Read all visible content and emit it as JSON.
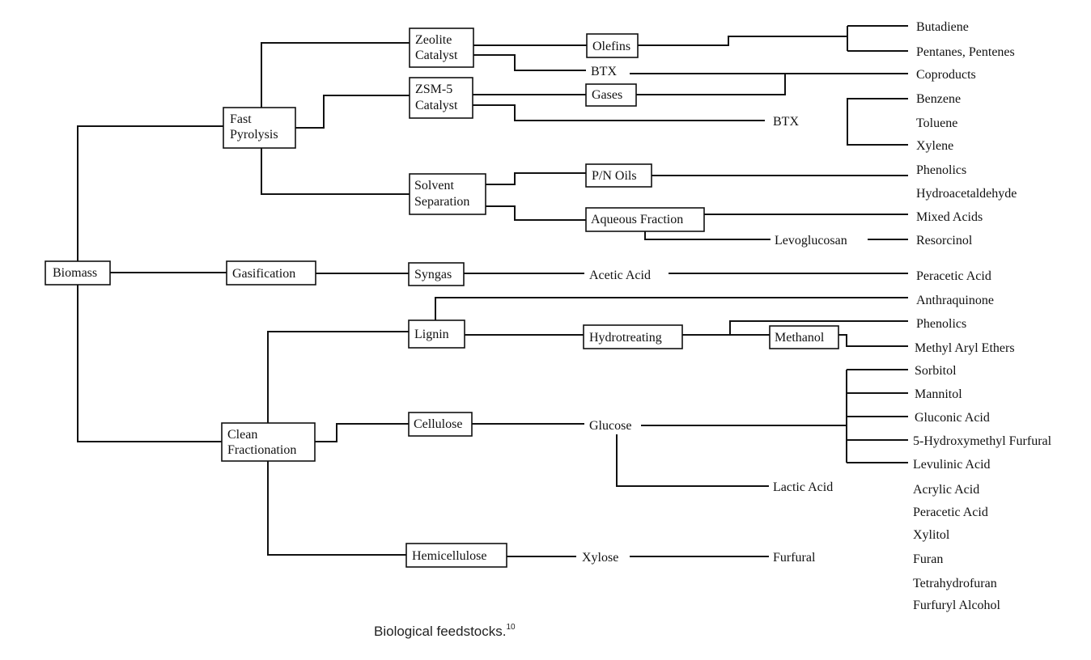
{
  "nodes": {
    "biomass": "Biomass",
    "fast_pyrolysis": [
      "Fast",
      "Pyrolysis"
    ],
    "gasification": "Gasification",
    "clean_fractionation": [
      "Clean",
      "Fractionation"
    ],
    "zeolite_catalyst": [
      "Zeolite",
      "Catalyst"
    ],
    "zsm5_catalyst": [
      "ZSM-5",
      "Catalyst"
    ],
    "solvent_separation": [
      "Solvent",
      "Separation"
    ],
    "syngas": "Syngas",
    "lignin": "Lignin",
    "cellulose": "Cellulose",
    "hemicellulose": "Hemicellulose",
    "olefins": "Olefins",
    "gases": "Gases",
    "pn_oils": "P/N Oils",
    "aqueous_fraction": "Aqueous Fraction",
    "hydrotreating": "Hydrotreating",
    "methanol": "Methanol",
    "btx_1": "BTX",
    "btx_2": "BTX",
    "levoglucosan": "Levoglucosan",
    "acetic_acid": "Acetic Acid",
    "glucose": "Glucose",
    "lactic_acid": "Lactic Acid",
    "xylose": "Xylose",
    "furfural": "Furfural"
  },
  "products": {
    "butadiene": "Butadiene",
    "pentanes": "Pentanes, Pentenes",
    "coproducts": "Coproducts",
    "benzene": "Benzene",
    "toluene": "Toluene",
    "xylene": "Xylene",
    "phenolics_1": "Phenolics",
    "hydroacetaldehyde": "Hydroacetaldehyde",
    "mixed_acids": "Mixed Acids",
    "resorcinol": "Resorcinol",
    "peracetic_acid_1": "Peracetic Acid",
    "anthraquinone": "Anthraquinone",
    "phenolics_2": "Phenolics",
    "methyl_aryl_ethers": "Methyl Aryl Ethers",
    "sorbitol": "Sorbitol",
    "mannitol": "Mannitol",
    "gluconic_acid": "Gluconic Acid",
    "hmf": "5-Hydroxymethyl Furfural",
    "levulinic_acid": "Levulinic Acid",
    "acrylic_acid": "Acrylic Acid",
    "peracetic_acid_2": "Peracetic Acid",
    "xylitol": "Xylitol",
    "furan": "Furan",
    "tetrahydrofuran": "Tetrahydrofuran",
    "furfuryl_alcohol": "Furfuryl Alcohol"
  },
  "caption": {
    "text": "Biological feedstocks.",
    "ref": "10"
  }
}
